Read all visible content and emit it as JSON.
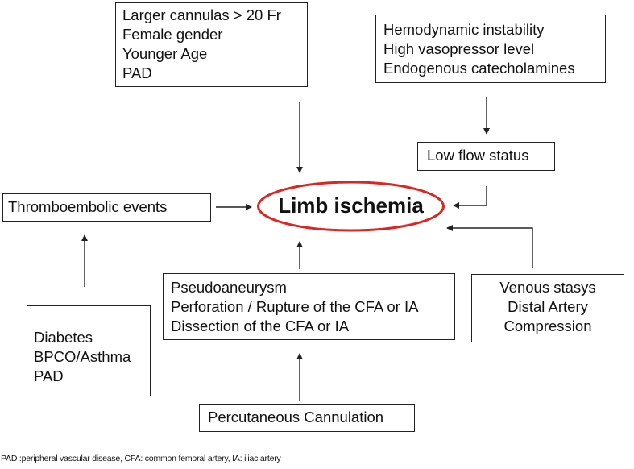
{
  "central": {
    "label": "Limb ischemia",
    "ellipse_color": "#e0251f"
  },
  "boxes": {
    "causes_top": [
      "Larger cannulas > 20  Fr",
      "Female gender",
      "Younger Age",
      "PAD"
    ],
    "hemodynamic": [
      "Hemodynamic instability",
      "High vasopressor level",
      "Endogenous catecholamines"
    ],
    "low_flow": "Low flow status",
    "thromboembolic": "Thromboembolic events",
    "vascular_injury": [
      "Pseudoaneurysm",
      "Perforation / Rupture of the CFA or IA",
      "Dissection of the CFA or IA"
    ],
    "venous": [
      "Venous stasys",
      "Distal Artery",
      "Compression"
    ],
    "comorbidities": [
      "Diabetes",
      "BPCO/Asthma",
      "PAD"
    ],
    "percutaneous": "Percutaneous Cannulation"
  },
  "footnote": "PAD :peripheral vascular disease, CFA: common femoral artery, IA: iliac artery"
}
